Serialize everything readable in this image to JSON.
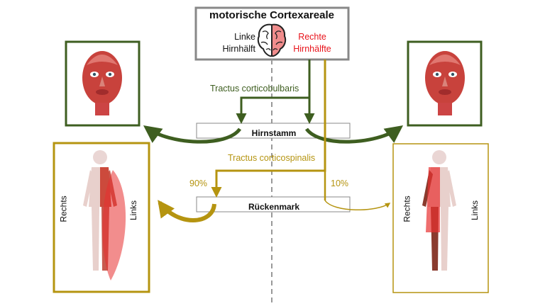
{
  "cortex": {
    "title": "motorische Cortexareale",
    "left_label": "Linke Hirnhälft",
    "right_label": "Rechte Hirnhälfte"
  },
  "tracts": {
    "corticobulbaris": "Tractus corticobulbaris",
    "corticospinalis": "Tractus corticospinalis"
  },
  "percent": {
    "contralateral": "90%",
    "ipsilateral": "10%"
  },
  "structures": {
    "brainstem": "Hirnstamm",
    "spinal_cord": "Rückenmark"
  },
  "body_left": {
    "right_label": "Rechts",
    "left_label": "Links"
  },
  "body_right": {
    "right_label": "Rechts",
    "left_label": "Links"
  },
  "colors": {
    "green": "#3e5e20",
    "gold": "#b59410",
    "red": "#e8131b",
    "gray_box": "#999999"
  }
}
